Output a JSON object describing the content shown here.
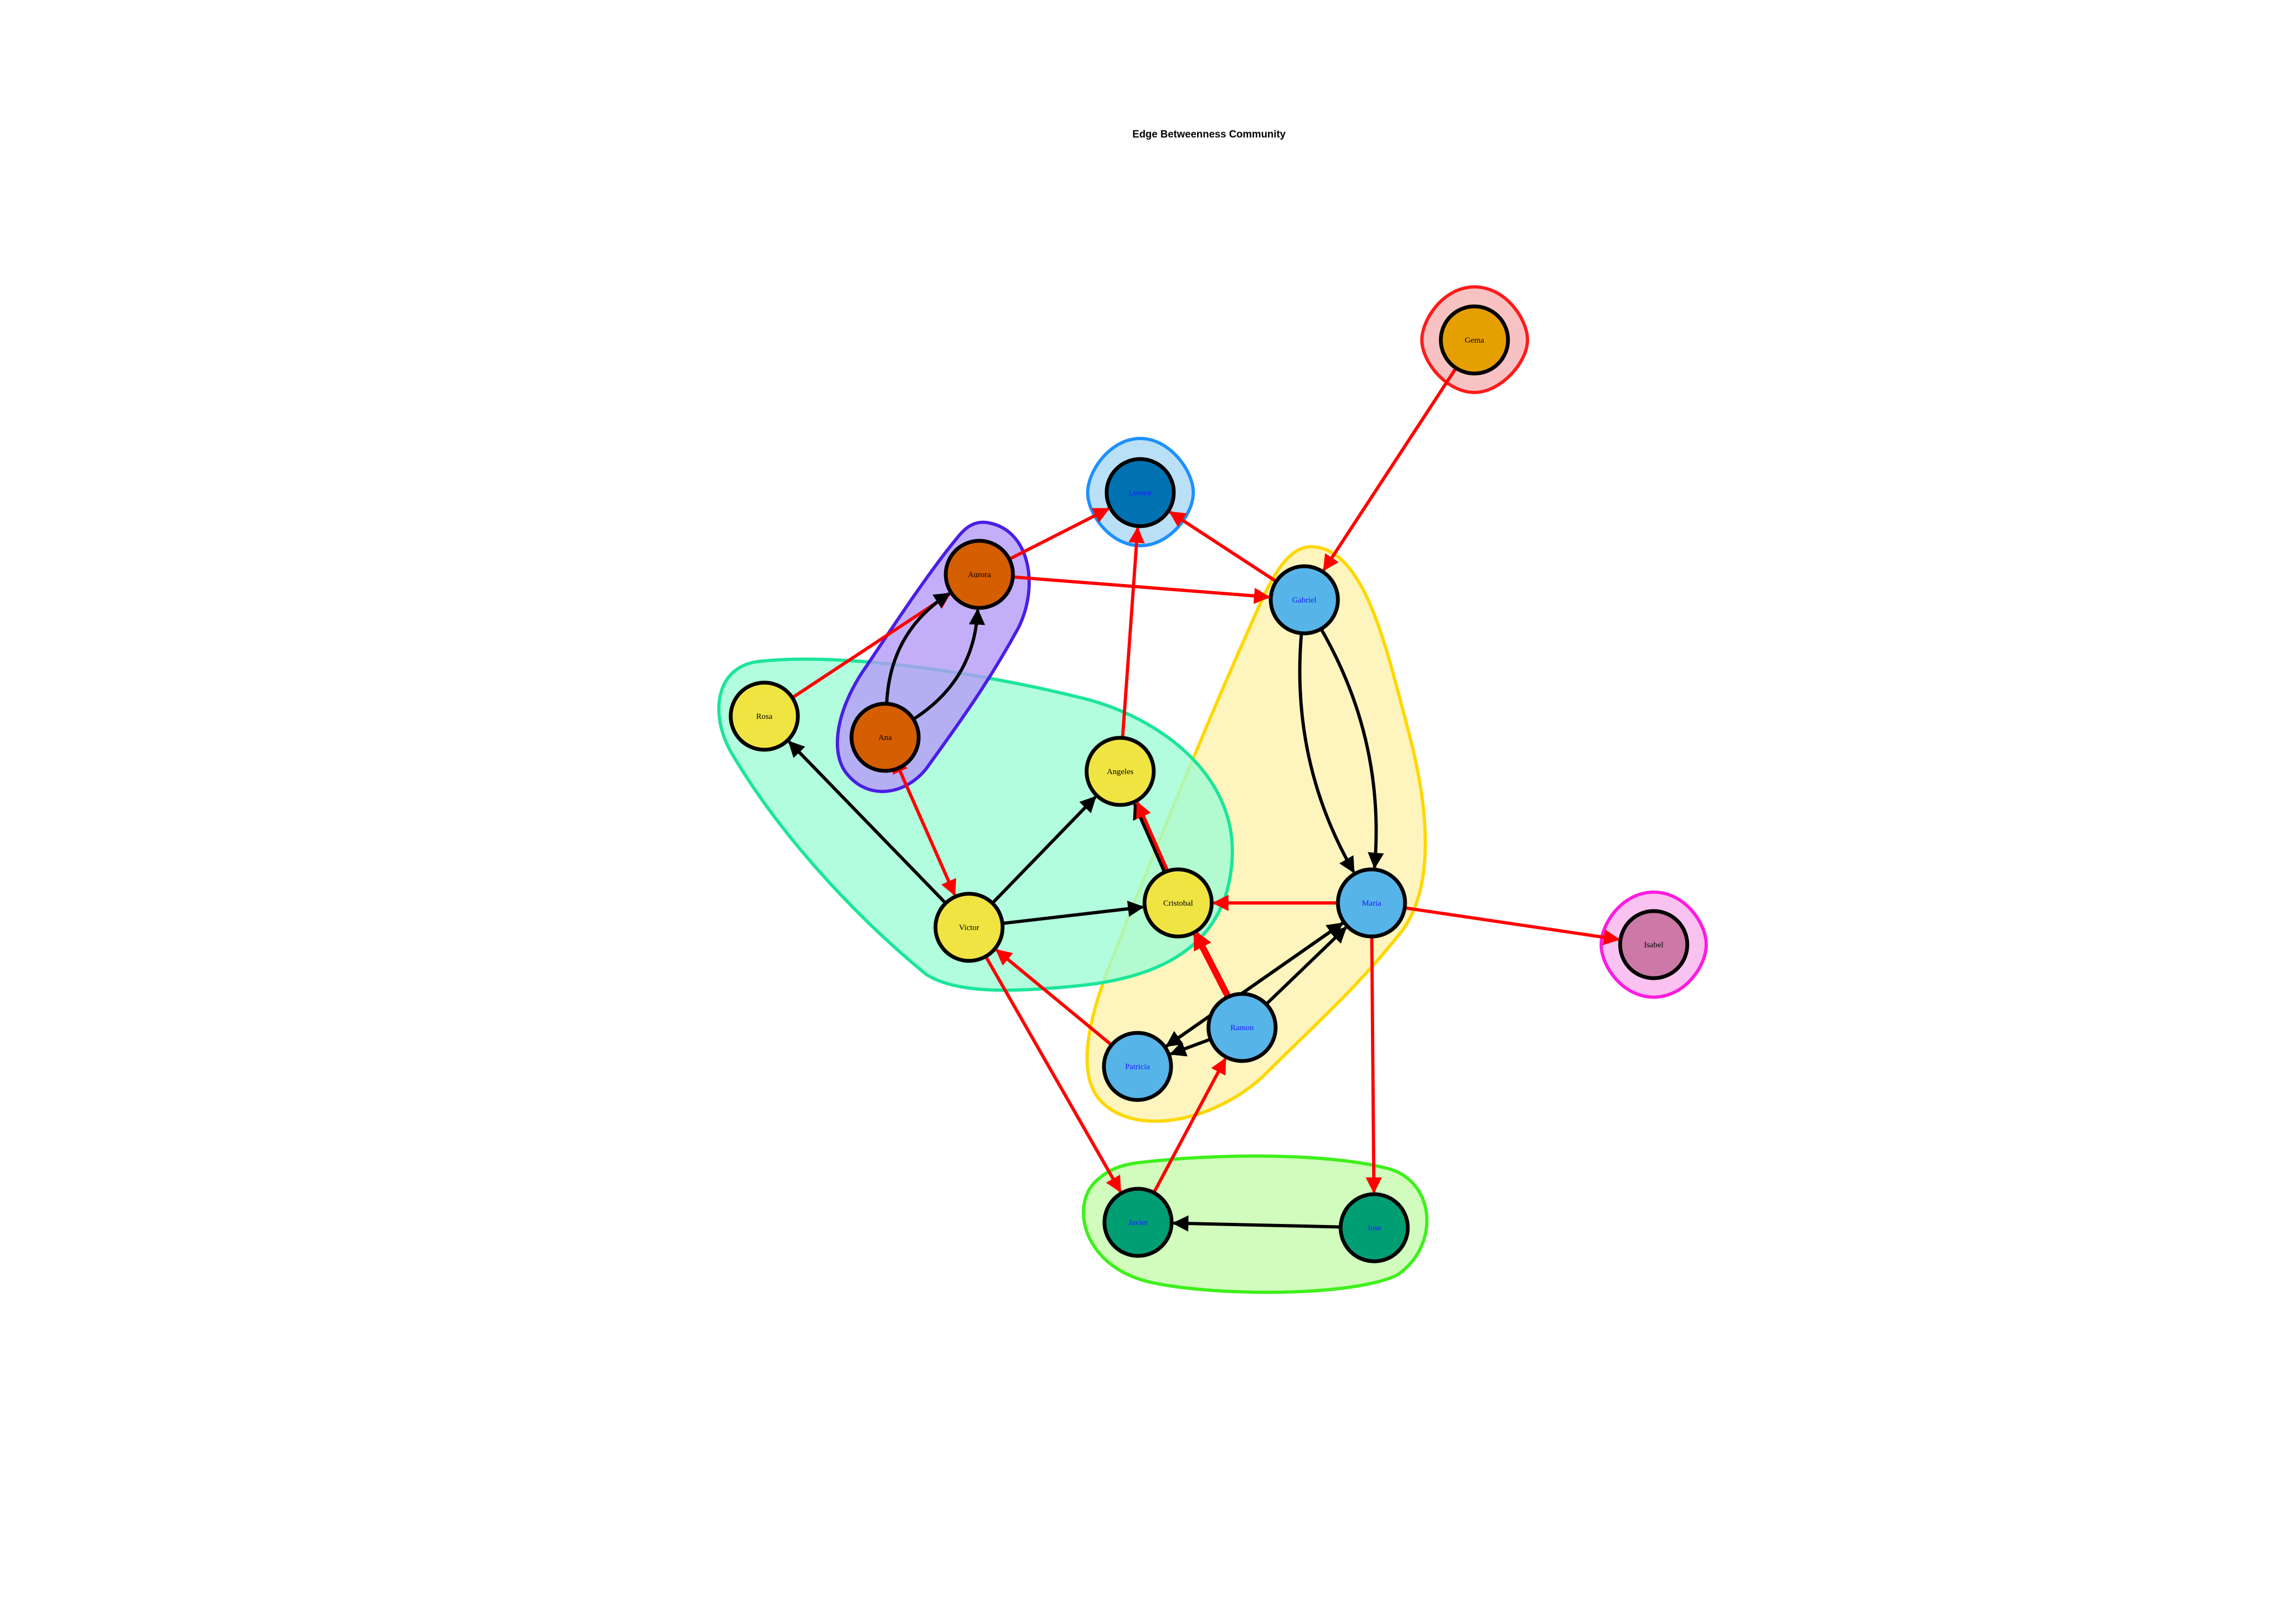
{
  "title": "Edge Betweenness Community",
  "communities": [
    {
      "id": "c-gema",
      "fill": "#f7b3b3",
      "stroke": "#ff1a1a",
      "members": [
        "Gema"
      ]
    },
    {
      "id": "c-leonor",
      "fill": "#a9d8f5",
      "stroke": "#1e90ff",
      "members": [
        "Leonor"
      ]
    },
    {
      "id": "c-isabel",
      "fill": "#f7b3ec",
      "stroke": "#ff1ae0",
      "members": [
        "Isabel"
      ]
    },
    {
      "id": "c-green",
      "fill": "#c6fbad",
      "stroke": "#3ef01b",
      "members": [
        "Javier",
        "Jose"
      ]
    },
    {
      "id": "c-yellow",
      "fill": "#fdf3ad",
      "stroke": "#ffd700",
      "members": [
        "Gabriel",
        "Maria",
        "Ramon",
        "Patricia"
      ]
    },
    {
      "id": "c-teal",
      "fill": "#9ffcd6",
      "stroke": "#1ce59a",
      "members": [
        "Rosa",
        "Victor",
        "Angeles",
        "Cristobal"
      ]
    },
    {
      "id": "c-purple",
      "fill": "#b49bf7",
      "stroke": "#4a1ee6",
      "members": [
        "Aurora",
        "Ana"
      ]
    }
  ],
  "nodes": [
    {
      "id": "Gema",
      "label": "Gema",
      "color": "#e69f00",
      "text_color": "#000000"
    },
    {
      "id": "Leonor",
      "label": "Leonor",
      "color": "#0072b2",
      "text_color": "#1a1aff"
    },
    {
      "id": "Aurora",
      "label": "Aurora",
      "color": "#d55e00",
      "text_color": "#000000"
    },
    {
      "id": "Gabriel",
      "label": "Gabriel",
      "color": "#56b4e9",
      "text_color": "#1a1aff"
    },
    {
      "id": "Rosa",
      "label": "Rosa",
      "color": "#f0e442",
      "text_color": "#000000"
    },
    {
      "id": "Ana",
      "label": "Ana",
      "color": "#d55e00",
      "text_color": "#000000"
    },
    {
      "id": "Angeles",
      "label": "Angeles",
      "color": "#f0e442",
      "text_color": "#000000"
    },
    {
      "id": "Maria",
      "label": "Maria",
      "color": "#56b4e9",
      "text_color": "#1a1aff"
    },
    {
      "id": "Cristobal",
      "label": "Cristobal",
      "color": "#f0e442",
      "text_color": "#000000"
    },
    {
      "id": "Victor",
      "label": "Victor",
      "color": "#f0e442",
      "text_color": "#000000"
    },
    {
      "id": "Isabel",
      "label": "Isabel",
      "color": "#cc79a7",
      "text_color": "#000000"
    },
    {
      "id": "Ramon",
      "label": "Ramon",
      "color": "#56b4e9",
      "text_color": "#1a1aff"
    },
    {
      "id": "Patricia",
      "label": "Patricia",
      "color": "#56b4e9",
      "text_color": "#1a1aff"
    },
    {
      "id": "Javier",
      "label": "Javier",
      "color": "#009e73",
      "text_color": "#1a1aff"
    },
    {
      "id": "Jose",
      "label": "Jose",
      "color": "#009e73",
      "text_color": "#1a1aff"
    }
  ],
  "edges": [
    {
      "from": "Gema",
      "to": "Gabriel",
      "color": "#ff0000"
    },
    {
      "from": "Aurora",
      "to": "Leonor",
      "color": "#ff0000"
    },
    {
      "from": "Gabriel",
      "to": "Leonor",
      "color": "#ff0000"
    },
    {
      "from": "Angeles",
      "to": "Leonor",
      "color": "#ff0000"
    },
    {
      "from": "Aurora",
      "to": "Gabriel",
      "color": "#ff0000"
    },
    {
      "from": "Rosa",
      "to": "Aurora",
      "color": "#ff0000"
    },
    {
      "from": "Ana",
      "to": "Aurora",
      "color": "#000000",
      "curve": "left"
    },
    {
      "from": "Ana",
      "to": "Aurora",
      "color": "#000000",
      "curve": "right"
    },
    {
      "from": "Ana",
      "to": "Victor",
      "color": "#ff0000",
      "both": true
    },
    {
      "from": "Victor",
      "to": "Rosa",
      "color": "#000000"
    },
    {
      "from": "Victor",
      "to": "Angeles",
      "color": "#000000"
    },
    {
      "from": "Victor",
      "to": "Cristobal",
      "color": "#000000"
    },
    {
      "from": "Cristobal",
      "to": "Angeles",
      "color": "#000000"
    },
    {
      "from": "Cristobal",
      "to": "Angeles",
      "color": "#ff0000",
      "offset": 6
    },
    {
      "from": "Gabriel",
      "to": "Maria",
      "color": "#000000",
      "curve": "left"
    },
    {
      "from": "Gabriel",
      "to": "Maria",
      "color": "#000000",
      "curve": "right"
    },
    {
      "from": "Maria",
      "to": "Cristobal",
      "color": "#ff0000"
    },
    {
      "from": "Maria",
      "to": "Isabel",
      "color": "#ff0000"
    },
    {
      "from": "Maria",
      "to": "Jose",
      "color": "#ff0000"
    },
    {
      "from": "Maria",
      "to": "Patricia",
      "color": "#000000"
    },
    {
      "from": "Ramon",
      "to": "Maria",
      "color": "#000000"
    },
    {
      "from": "Patricia",
      "to": "Maria",
      "color": "#000000"
    },
    {
      "from": "Ramon",
      "to": "Patricia",
      "color": "#000000"
    },
    {
      "from": "Ramon",
      "to": "Cristobal",
      "color": "#ff0000"
    },
    {
      "from": "Ramon",
      "to": "Cristobal",
      "color": "#ff0000",
      "offset": 6
    },
    {
      "from": "Patricia",
      "to": "Victor",
      "color": "#ff0000"
    },
    {
      "from": "Victor",
      "to": "Javier",
      "color": "#ff0000"
    },
    {
      "from": "Javier",
      "to": "Ramon",
      "color": "#ff0000"
    },
    {
      "from": "Jose",
      "to": "Javier",
      "color": "#000000"
    }
  ]
}
